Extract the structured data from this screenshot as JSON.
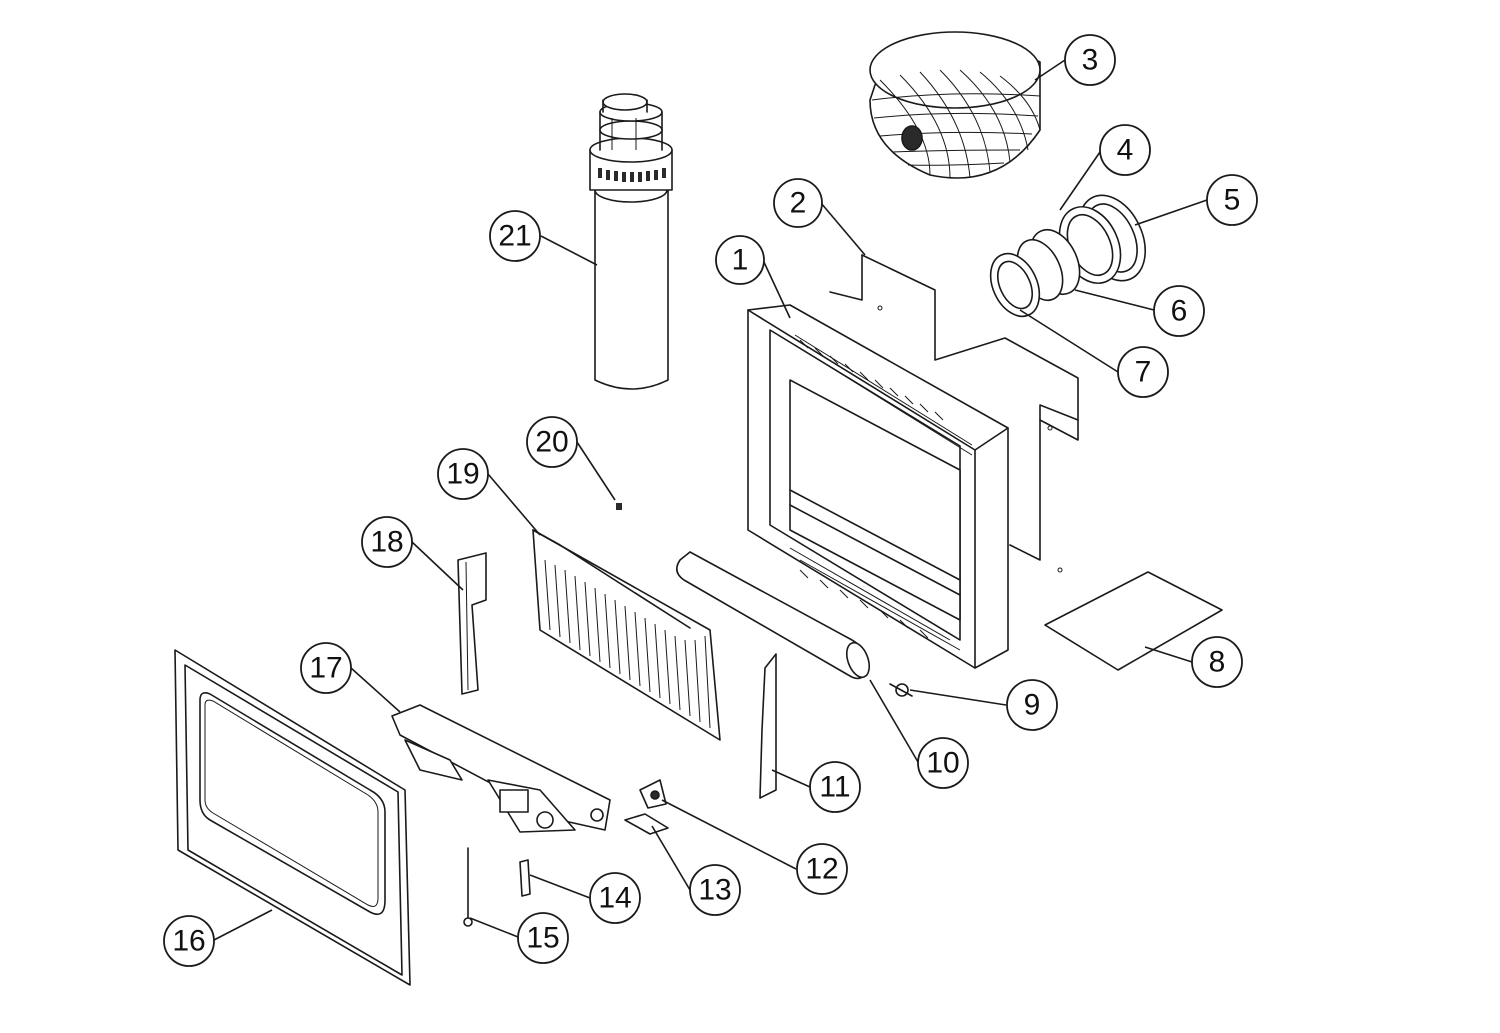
{
  "diagram": {
    "type": "exploded-parts-view",
    "callouts": [
      {
        "id": "1",
        "label": "1"
      },
      {
        "id": "2",
        "label": "2"
      },
      {
        "id": "3",
        "label": "3"
      },
      {
        "id": "4",
        "label": "4"
      },
      {
        "id": "5",
        "label": "5"
      },
      {
        "id": "6",
        "label": "6"
      },
      {
        "id": "7",
        "label": "7"
      },
      {
        "id": "8",
        "label": "8"
      },
      {
        "id": "9",
        "label": "9"
      },
      {
        "id": "10",
        "label": "10"
      },
      {
        "id": "11",
        "label": "11"
      },
      {
        "id": "12",
        "label": "12"
      },
      {
        "id": "13",
        "label": "13"
      },
      {
        "id": "14",
        "label": "14"
      },
      {
        "id": "15",
        "label": "15"
      },
      {
        "id": "16",
        "label": "16"
      },
      {
        "id": "17",
        "label": "17"
      },
      {
        "id": "18",
        "label": "18"
      },
      {
        "id": "19",
        "label": "19"
      },
      {
        "id": "20",
        "label": "20"
      },
      {
        "id": "21",
        "label": "21"
      }
    ]
  }
}
